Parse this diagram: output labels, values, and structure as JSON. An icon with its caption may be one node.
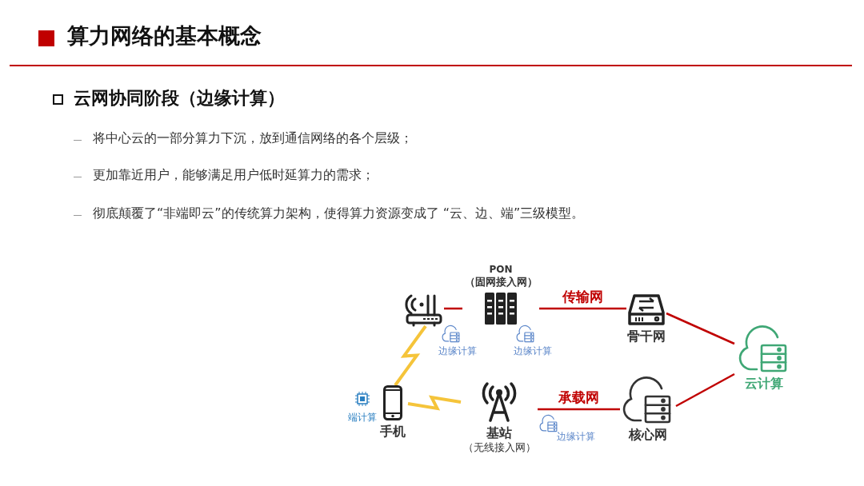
{
  "diagram": {
    "title": "算力网络的基本概念",
    "nodes": [
      {
        "text": [],
        "shape": "picture",
        "beside": [
          "边缘计算"
        ]
      },
      {
        "text": [
          "PON",
          "（固网接入网）"
        ],
        "beside": [
          "边缘计算"
        ]
      },
      {
        "text": [
          "骨干网"
        ]
      },
      {
        "text": [
          "手机"
        ],
        "beside": [
          "端计算"
        ]
      },
      {
        "text": [
          "基站",
          "（无线接入网）"
        ],
        "beside": [
          "边缘计算"
        ]
      },
      {
        "text": [
          "核心网"
        ]
      },
      {
        "text": [
          "云计算"
        ]
      }
    ],
    "edges": [
      {
        "from": 0,
        "to": 1,
        "arrow": "none"
      },
      {
        "from": 1,
        "to": 2,
        "arrow": "none",
        "label": "传输网"
      },
      {
        "from": 4,
        "to": 5,
        "arrow": "none",
        "label": "承载网"
      },
      {
        "from": 2,
        "to": 6,
        "arrow": "none"
      },
      {
        "from": 5,
        "to": 6,
        "arrow": "none"
      },
      {
        "from": 3,
        "to": 0,
        "arrow": "none",
        "color": "#f5c43a"
      },
      {
        "from": 3,
        "to": 4,
        "arrow": "none",
        "color": "#f5c43a"
      }
    ],
    "labels": [
      "云网协同阶段（边缘计算）",
      "将中心云的一部分算力下沉，放到通信网络的各个层级；",
      "更加靠近用户，能够满足用户低时延算力的需求；",
      "彻底颠覆了“非端即云”的传统算力架构，使得算力资源变成了 “云、边、端”三级模型。"
    ]
  }
}
